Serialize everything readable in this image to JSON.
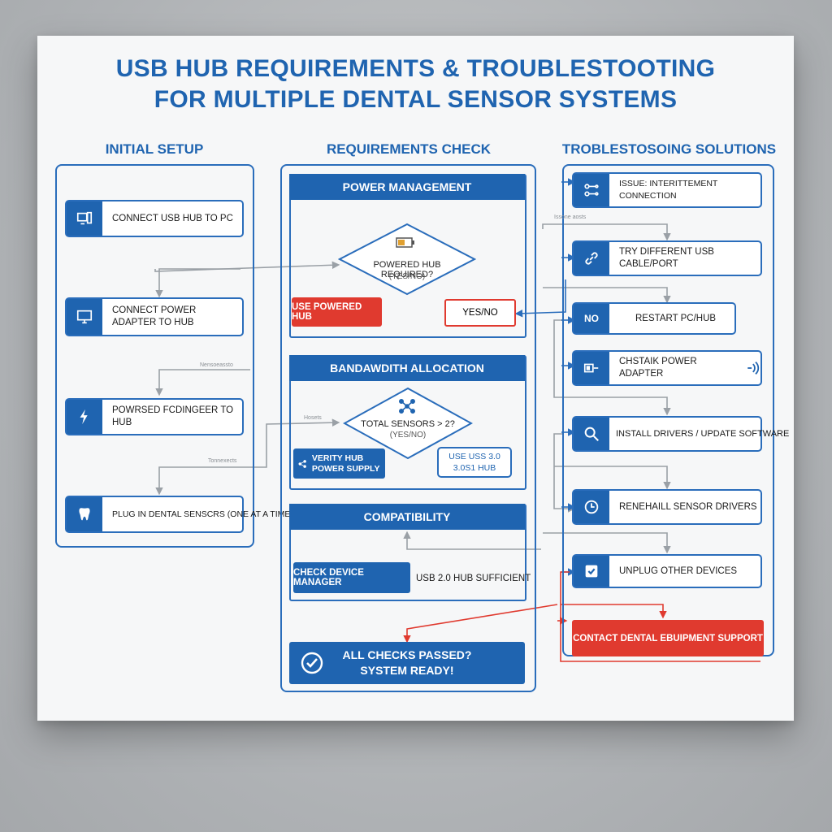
{
  "title": {
    "line1": "USB HUB REQUIREMENTS & TROUBLESTOOTING",
    "line2": "FOR MULTIPLE DENTAL SENSOR SYSTEMS"
  },
  "columns": {
    "initial_setup": "INITIAL SETUP",
    "requirements_check": "REQUIREMENTS CHECK",
    "troubleshooting": "TROBLESTOSOING SOLUTIONS"
  },
  "initial_setup": {
    "steps": [
      {
        "label": "CONNECT USB HUB TO PC",
        "icon": "computer-icon"
      },
      {
        "label": "CONNECT POWER ADAPTER TO HUB",
        "icon": "monitor-icon"
      },
      {
        "label": "POWRSED FCDINGEER TO HUB",
        "icon": "lightning-icon"
      },
      {
        "label": "PLUG IN DENTAL SENSCRS (ONE AT A TIME)",
        "icon": "tooth-icon"
      }
    ],
    "connector_notes": [
      "Nensoeassto",
      "Tonnexects"
    ]
  },
  "requirements": {
    "power": {
      "header": "POWER MANAGEMENT",
      "question": "POWERED HUB REQUIRED?",
      "options_hint": "(YES/NO)",
      "action_yes": "USE POWERED HUB",
      "action_no": "YES/NO"
    },
    "bandwidth": {
      "header": "BANDAWDITH ALLOCATION",
      "question": "TOTAL SENSORS > 2?",
      "options_hint": "(YES/NO)",
      "action_left": "VERITY HUB POWER SUPPLY",
      "action_right": "USE USS 3.0 3.0S1 HUB",
      "note": "Hosets"
    },
    "compatibility": {
      "header": "COMPATIBILITY",
      "action": "CHECK DEVICE MANAGER",
      "result": "USB 2.0 HUB SUFFICIENT"
    },
    "final": {
      "text_line1": "ALL CHECKS PASSED?",
      "text_line2": "SYSTEM READY!"
    }
  },
  "troubleshooting": {
    "note": "Issone aosts",
    "items": [
      {
        "label": "ISSUE: INTERITTEMENT CONNECTION",
        "icon": "network-icon"
      },
      {
        "label": "TRY DIFFERENT USB CABLE/PORT",
        "icon": "link-icon"
      },
      {
        "label": "RESTART PC/HUB",
        "tag": "NO"
      },
      {
        "label": "CHSTAIK POWER ADAPTER",
        "icon": "adapter-icon"
      },
      {
        "label": "INSTALL DRIVERS / UPDATE SOFTWARE",
        "icon": "search-icon"
      },
      {
        "label": "RENEHAILL SENSOR DRIVERS",
        "icon": "clock-icon"
      },
      {
        "label": "UNPLUG OTHER DEVICES",
        "icon": "checkbox-icon"
      },
      {
        "label": "CONTACT DENTAL EBUIPMENT SUPPORT"
      }
    ]
  },
  "colors": {
    "primary_blue": "#1f64b0",
    "alert_red": "#e03a2f",
    "connector_gray": "#9aa0a6",
    "background": "#f6f7f8"
  }
}
